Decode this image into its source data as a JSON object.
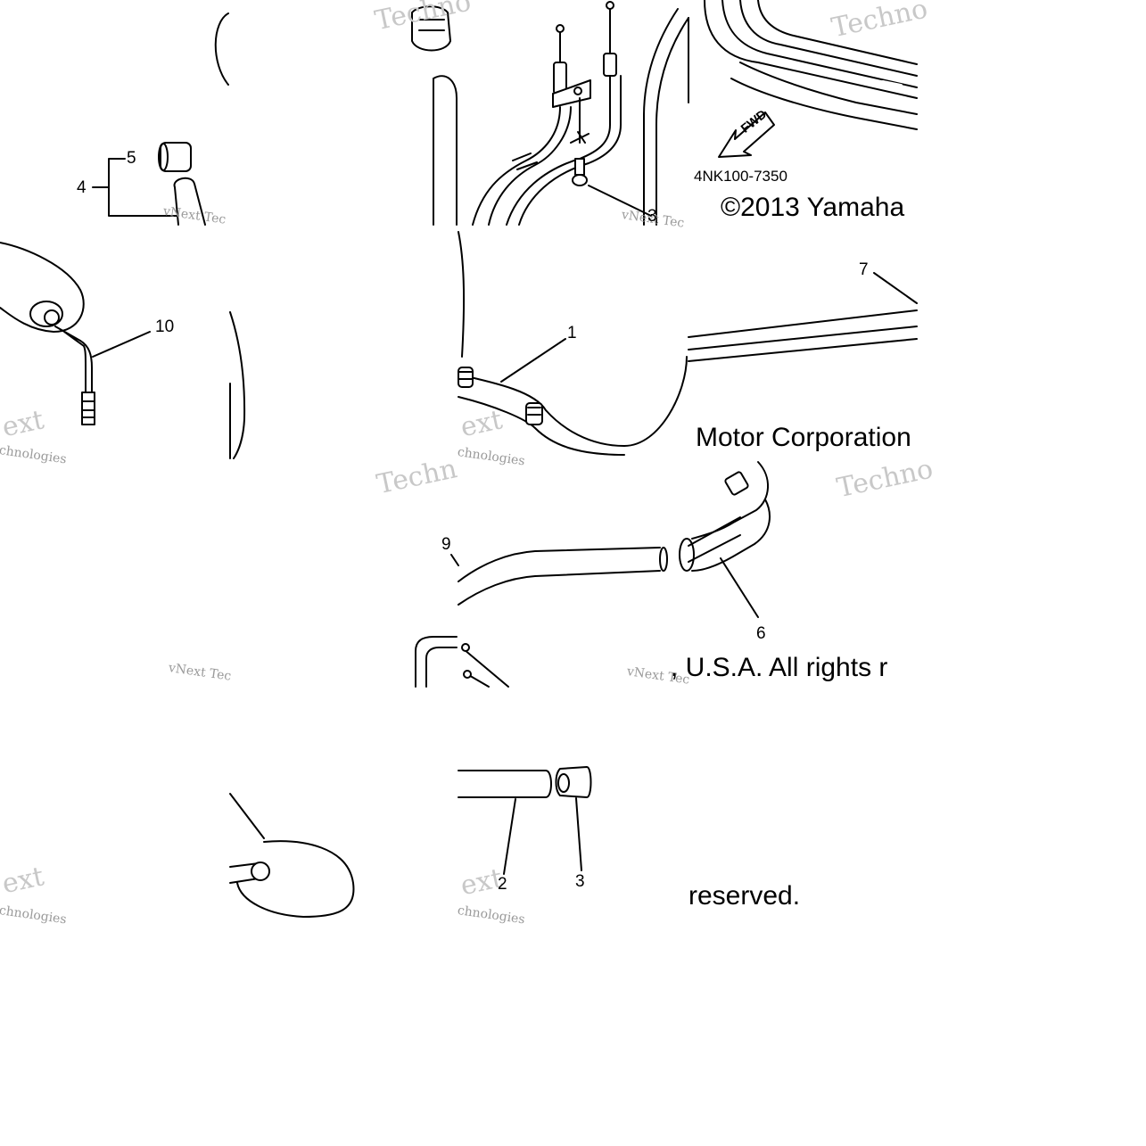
{
  "diagram": {
    "part_code": "4NK100-7350",
    "copyright_pieces": [
      "©2013 Yamaha",
      "Motor Corporation",
      ", U.S.A. All rights r",
      "reserved."
    ],
    "direction_arrow_label": "FWD",
    "callouts": {
      "c1": "1",
      "c2": "2",
      "c3": "3",
      "c4": "4",
      "c5": "5",
      "c6": "6",
      "c7": "7",
      "c8": "3",
      "c9": "9",
      "c10": "10"
    },
    "watermarks": {
      "brand": "Techno",
      "brand2": "Techn",
      "vnext": "vNext Tec",
      "technologies": "chnologies",
      "ext": "ext"
    }
  }
}
